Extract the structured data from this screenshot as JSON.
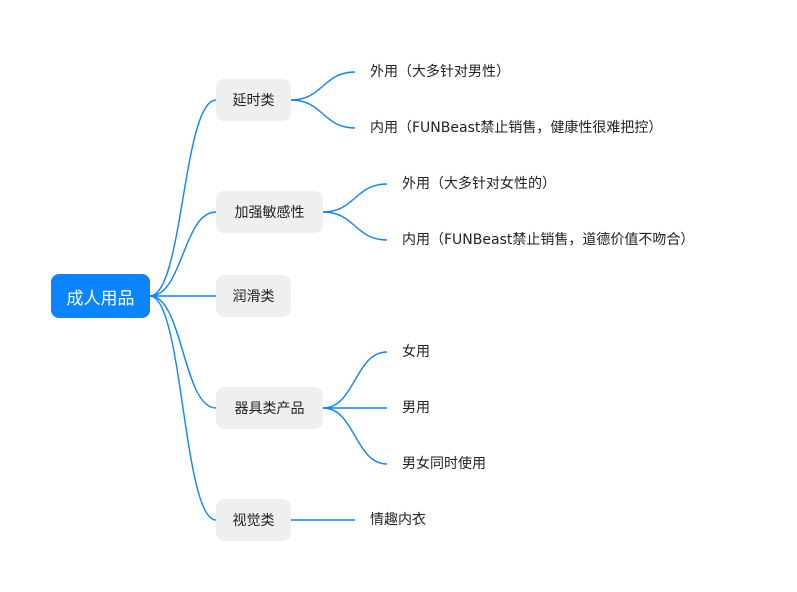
{
  "colors": {
    "line": "#0a84ff",
    "root_bg": "#0a84ff",
    "branch_bg": "#efefef"
  },
  "mindmap": {
    "root": "成人用品",
    "branches": [
      {
        "label": "延时类",
        "children": [
          "外用（大多针对男性）",
          "内用（FUNBeast禁止销售，健康性很难把控）"
        ]
      },
      {
        "label": "加强敏感性",
        "children": [
          "外用（大多针对女性的）",
          "内用（FUNBeast禁止销售，道德价值不吻合）"
        ]
      },
      {
        "label": "润滑类",
        "children": []
      },
      {
        "label": "器具类产品",
        "children": [
          "女用",
          "男用",
          "男女同时使用"
        ]
      },
      {
        "label": "视觉类",
        "children": [
          "情趣内衣"
        ]
      }
    ]
  }
}
